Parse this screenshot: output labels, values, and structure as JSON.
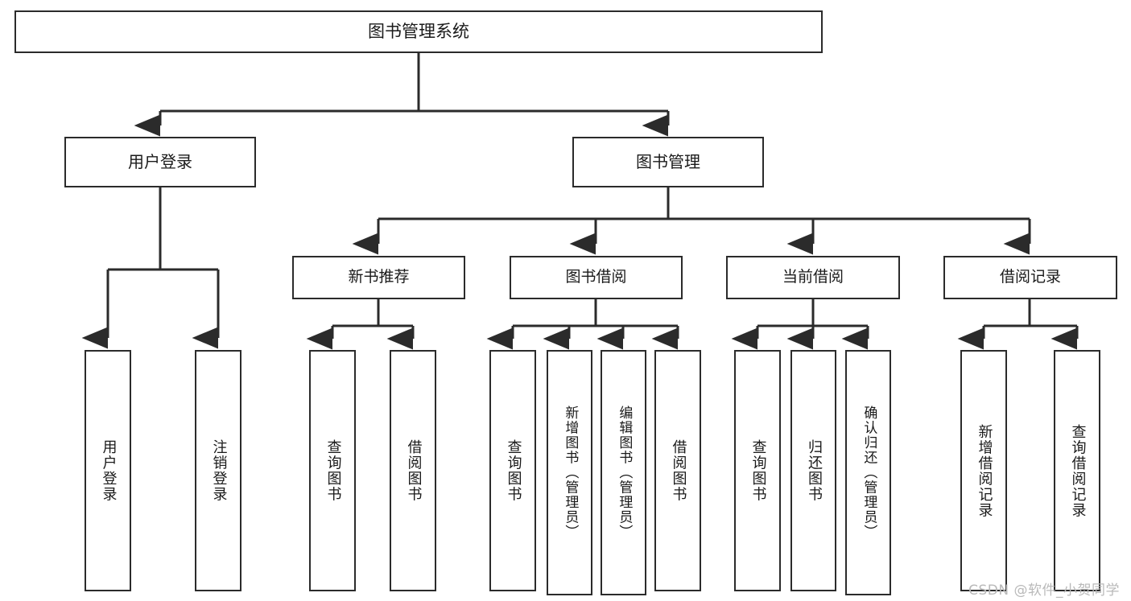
{
  "diagram": {
    "type": "tree-hierarchy",
    "title": "图书管理系统",
    "root": {
      "label": "图书管理系统"
    },
    "level1": [
      {
        "id": "user-login",
        "label": "用户登录"
      },
      {
        "id": "book-manage",
        "label": "图书管理"
      }
    ],
    "level2": [
      {
        "id": "new-book-recommend",
        "label": "新书推荐",
        "parent": "book-manage"
      },
      {
        "id": "book-borrow",
        "label": "图书借阅",
        "parent": "book-manage"
      },
      {
        "id": "current-borrow",
        "label": "当前借阅",
        "parent": "book-manage"
      },
      {
        "id": "borrow-record",
        "label": "借阅记录",
        "parent": "book-manage"
      }
    ],
    "leaves": [
      {
        "id": "leaf-user-login",
        "label": "用户登录",
        "parent": "user-login"
      },
      {
        "id": "leaf-user-logout",
        "label": "注销登录",
        "parent": "user-login"
      },
      {
        "id": "leaf-query-book-1",
        "label": "查询图书",
        "parent": "new-book-recommend"
      },
      {
        "id": "leaf-borrow-book-1",
        "label": "借阅图书",
        "parent": "new-book-recommend"
      },
      {
        "id": "leaf-query-book-2",
        "label": "查询图书",
        "parent": "book-borrow"
      },
      {
        "id": "leaf-add-book",
        "label": "新增图书（管理员）",
        "parent": "book-borrow"
      },
      {
        "id": "leaf-edit-book",
        "label": "编辑图书（管理员）",
        "parent": "book-borrow"
      },
      {
        "id": "leaf-borrow-book-2",
        "label": "借阅图书",
        "parent": "book-borrow"
      },
      {
        "id": "leaf-query-book-3",
        "label": "查询图书",
        "parent": "current-borrow"
      },
      {
        "id": "leaf-return-book",
        "label": "归还图书",
        "parent": "current-borrow"
      },
      {
        "id": "leaf-confirm-return",
        "label": "确认归还（管理员）",
        "parent": "current-borrow"
      },
      {
        "id": "leaf-add-record",
        "label": "新增借阅记录",
        "parent": "borrow-record"
      },
      {
        "id": "leaf-query-record",
        "label": "查询借阅记录",
        "parent": "borrow-record"
      }
    ],
    "watermark": "CSDN @软件_小贺同学",
    "colors": {
      "stroke": "#2b2b2b",
      "fill": "#ffffff",
      "text": "#1a1a1a",
      "watermark": "#b9b9b9"
    }
  }
}
